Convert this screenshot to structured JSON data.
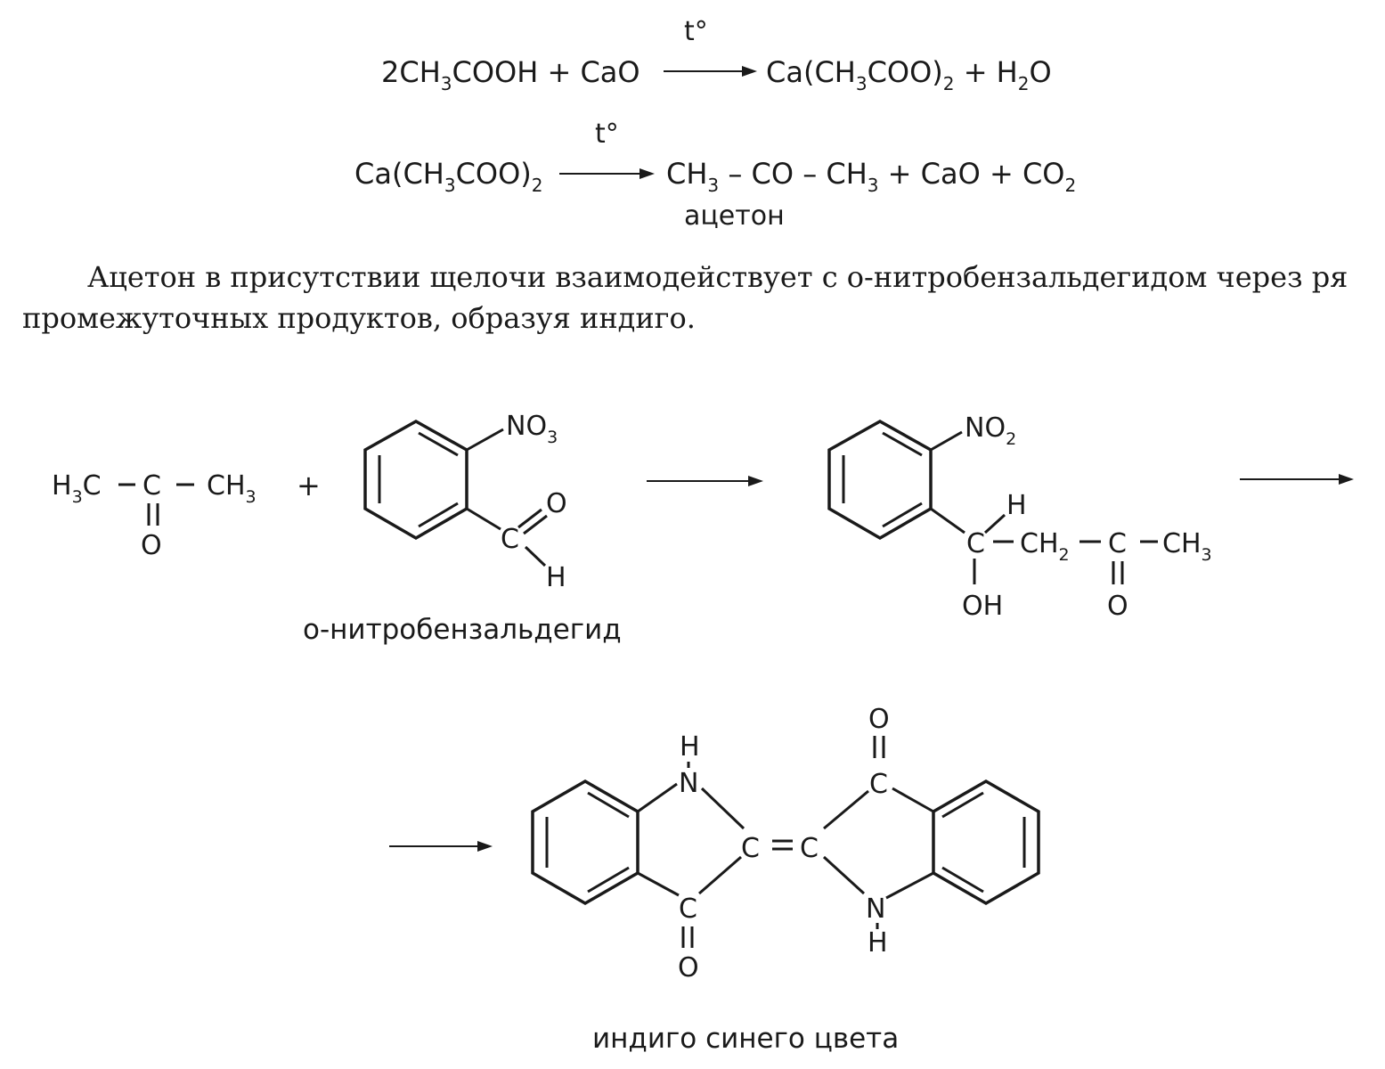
{
  "reactions": {
    "r1": {
      "condition": "t°",
      "left": [
        "2CH",
        "3",
        "COOH + CaO"
      ],
      "right": [
        "Ca(CH",
        "3",
        "COO)",
        "2",
        " + H",
        "2",
        "O"
      ]
    },
    "r2": {
      "condition": "t°",
      "left": [
        "Ca(CH",
        "3",
        "COO)",
        "2"
      ],
      "right": [
        "CH",
        "3",
        " – CO – CH",
        "3",
        " + CaO + CO",
        "2"
      ],
      "product_name": "ацетон"
    }
  },
  "paragraph": {
    "line1": "Ацетон в присутствии щелочи взаимодействует с о-нитробензальдегидом через ря",
    "line2": "промежуточных продуктов, образуя индиго."
  },
  "scheme": {
    "acetone": {
      "h3c": [
        "H",
        "3",
        "C"
      ],
      "dash1": "–",
      "c": "C",
      "dash2": "–",
      "ch3": [
        "CH",
        "3"
      ],
      "double_bond": "=",
      "o": "O"
    },
    "plus": "+",
    "nitrobenzaldehyde": {
      "no": "NO",
      "no_sub": "3",
      "c": "C",
      "o": "O",
      "h": "H",
      "name": "о-нитробензальдегид"
    },
    "intermediate": {
      "no": "NO",
      "no_sub": "2",
      "h": "H",
      "c1": "C",
      "ch2": [
        "CH",
        "2"
      ],
      "c2": "C",
      "ch3": [
        "CH",
        "3"
      ],
      "oh": "OH",
      "o": "O"
    },
    "indigo": {
      "n_top": "N",
      "h_top": "H",
      "o_top": "O",
      "c_top": "C",
      "c_left": "C",
      "c_right": "C",
      "c_bottom": "C",
      "o_bottom": "O",
      "n_bottom": "N",
      "h_bottom": "H",
      "name": "индиго синего цвета"
    }
  }
}
